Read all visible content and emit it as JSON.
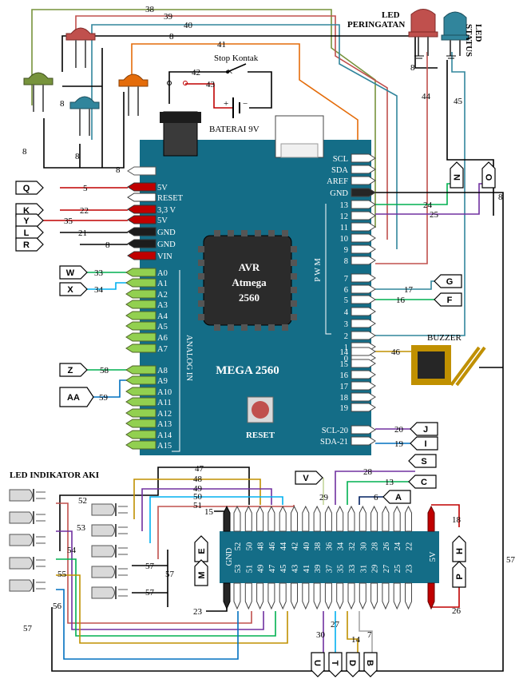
{
  "board": {
    "name": "MEGA 2560",
    "chip": [
      "AVR",
      "Atmega",
      "2560"
    ],
    "reset": "RESET",
    "pwm": "P W M",
    "analog_in": "ANALOG IN",
    "power_pins": [
      "5V",
      "RESET",
      "3,3 V",
      "5V",
      "GND",
      "GND",
      "VIN"
    ],
    "analog_pins": [
      "A0",
      "A1",
      "A2",
      "A3",
      "A4",
      "A5",
      "A6",
      "A7",
      "A8",
      "A9",
      "A10",
      "A11",
      "A12",
      "A13",
      "A14",
      "A15"
    ],
    "top_right_pins": [
      "SCL",
      "SDA",
      "AREF",
      "GND",
      "13",
      "12",
      "11",
      "10",
      "9",
      "8"
    ],
    "mid_right_pins": [
      "7",
      "6",
      "5",
      "4",
      "3",
      "2",
      "1",
      "0"
    ],
    "comm_pins": [
      "14",
      "15",
      "16",
      "17",
      "18",
      "19",
      "SCL-20",
      "SDA-21"
    ]
  },
  "header": {
    "top_numbers": [
      "52",
      "50",
      "48",
      "46",
      "44",
      "42",
      "40",
      "38",
      "36",
      "34",
      "32",
      "30",
      "28",
      "26",
      "24",
      "22"
    ],
    "bottom_numbers": [
      "53",
      "51",
      "49",
      "47",
      "45",
      "43",
      "41",
      "39",
      "37",
      "35",
      "33",
      "31",
      "29",
      "27",
      "25",
      "23"
    ],
    "gnd": "GND",
    "v5": "5V"
  },
  "labels": {
    "led_peringatan": [
      "LED",
      "PERINGATAN"
    ],
    "led_status": [
      "LED",
      "STATUS"
    ],
    "stop_kontak": "Stop Kontak",
    "baterai": "BATERAI 9V",
    "buzzer": "BUZZER",
    "led_indikator": "LED INDIKATOR AKI"
  },
  "tags": {
    "Q": "Q",
    "K": "K",
    "Y": "Y",
    "L": "L",
    "R": "R",
    "W": "W",
    "X": "X",
    "Z": "Z",
    "AA": "AA",
    "N": "N",
    "O": "O",
    "G": "G",
    "F": "F",
    "J": "J",
    "I": "I",
    "S": "S",
    "V": "V",
    "C": "C",
    "A": "A",
    "E": "E",
    "M": "M",
    "H": "H",
    "P": "P",
    "U": "U",
    "T": "T",
    "D": "D",
    "B": "B"
  },
  "wire_numbers": {
    "w38": "38",
    "w39": "39",
    "w40": "40",
    "w8a": "8",
    "w41": "41",
    "w42": "42",
    "w43": "43",
    "w5": "5",
    "w22": "22",
    "w35": "35",
    "w21": "21",
    "w8r": "8",
    "w33": "33",
    "w34": "34",
    "w58": "58",
    "w59": "59",
    "w24": "24",
    "w25": "25",
    "w8o": "8",
    "w17": "17",
    "w16": "16",
    "w46": "46",
    "w20": "20",
    "w19": "19",
    "w28": "28",
    "w29": "29",
    "w13": "13",
    "w6": "6",
    "w15": "15",
    "w23": "23",
    "w18": "18",
    "w26": "26",
    "w30": "30",
    "w27": "27",
    "w14": "14",
    "w7": "7",
    "w44": "44",
    "w45": "45",
    "w8s": "8",
    "w57r": "57",
    "w47": "47",
    "w48": "48",
    "w49": "49",
    "w50": "50",
    "w51": "51",
    "w52": "52",
    "w53": "53",
    "w54": "54",
    "w55": "55",
    "w56": "56",
    "w57a": "57",
    "w57b": "57",
    "w57c": "57",
    "w57d": "57",
    "w8l1": "8",
    "w8l2": "8",
    "w8l3": "8",
    "w8l4": "8"
  }
}
